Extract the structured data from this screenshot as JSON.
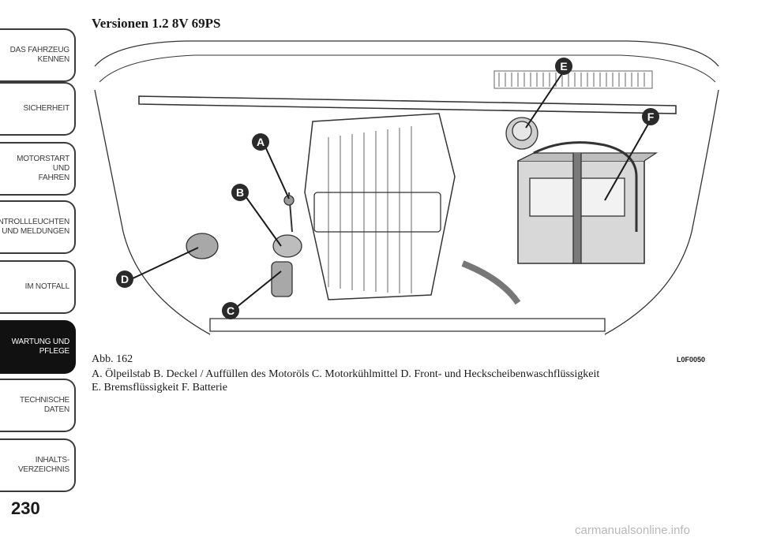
{
  "sidebar": {
    "tabs": [
      {
        "label": "DAS FAHRZEUG\nKENNEN",
        "active": false
      },
      {
        "label": "SICHERHEIT",
        "active": false
      },
      {
        "label": "MOTORSTART UND\nFAHREN",
        "active": false
      },
      {
        "label": "KONTROLLLEUCHTEN\nUND MELDUNGEN",
        "active": false
      },
      {
        "label": "IM NOTFALL",
        "active": false
      },
      {
        "label": "WARTUNG UND\nPFLEGE",
        "active": true
      },
      {
        "label": "TECHNISCHE\nDATEN",
        "active": false
      },
      {
        "label": "INHALTS-\nVERZEICHNIS",
        "active": false
      }
    ]
  },
  "page": {
    "number": "230",
    "title": "Versionen 1.2 8V 69PS"
  },
  "figure": {
    "caption": "Abb. 162",
    "code": "L0F0050",
    "callouts": [
      "A",
      "B",
      "C",
      "D",
      "E",
      "F"
    ]
  },
  "legend": {
    "line1": "A. Ölpeilstab B. Deckel / Auffüllen des Motoröls C. Motorkühlmittel D. Front- und Heckscheibenwaschflüssigkeit",
    "line2": "E. Bremsflüssigkeit F. Batterie"
  },
  "watermark": "carmanualsonline.info",
  "colors": {
    "active_tab": "#111111",
    "border": "#3a3a3a",
    "callout": "#2a2a2a"
  }
}
